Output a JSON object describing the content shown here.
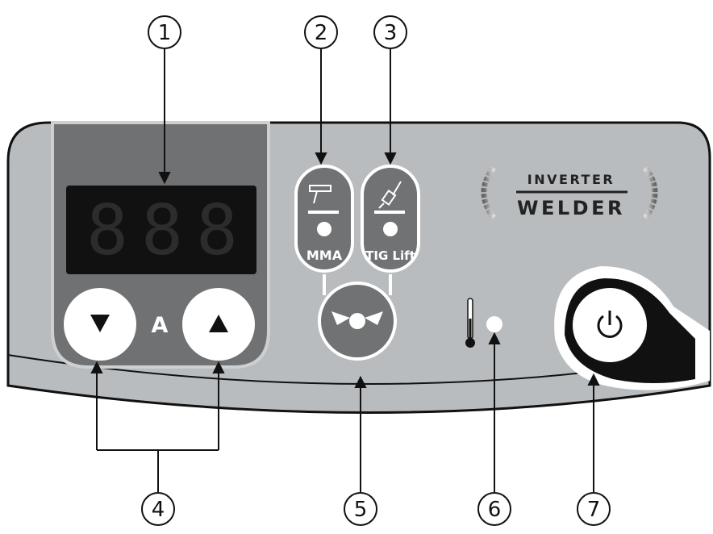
{
  "display": {
    "digits": [
      "8",
      "8",
      "8"
    ],
    "unit_label": "A"
  },
  "buttons": {
    "down_icon": "triangle-down-icon",
    "up_icon": "triangle-up-icon",
    "mode_select_icon": "mode-select-icon",
    "power_icon": "power-icon"
  },
  "modes": {
    "mma": {
      "label": "MMA",
      "icon": "stick-electrode-icon"
    },
    "tig": {
      "label": "TIG Lift",
      "icon": "tig-torch-icon"
    }
  },
  "indicators": {
    "temperature_icon": "thermometer-icon"
  },
  "logo": {
    "top": "INVERTER",
    "bottom": "WELDER"
  },
  "callouts": [
    "1",
    "2",
    "3",
    "4",
    "5",
    "6",
    "7"
  ],
  "colors": {
    "panel": "#b9bcbe",
    "display_panel": "#6f7173",
    "button_white": "#ffffff",
    "mode_pill": "#707274",
    "black": "#111111"
  }
}
